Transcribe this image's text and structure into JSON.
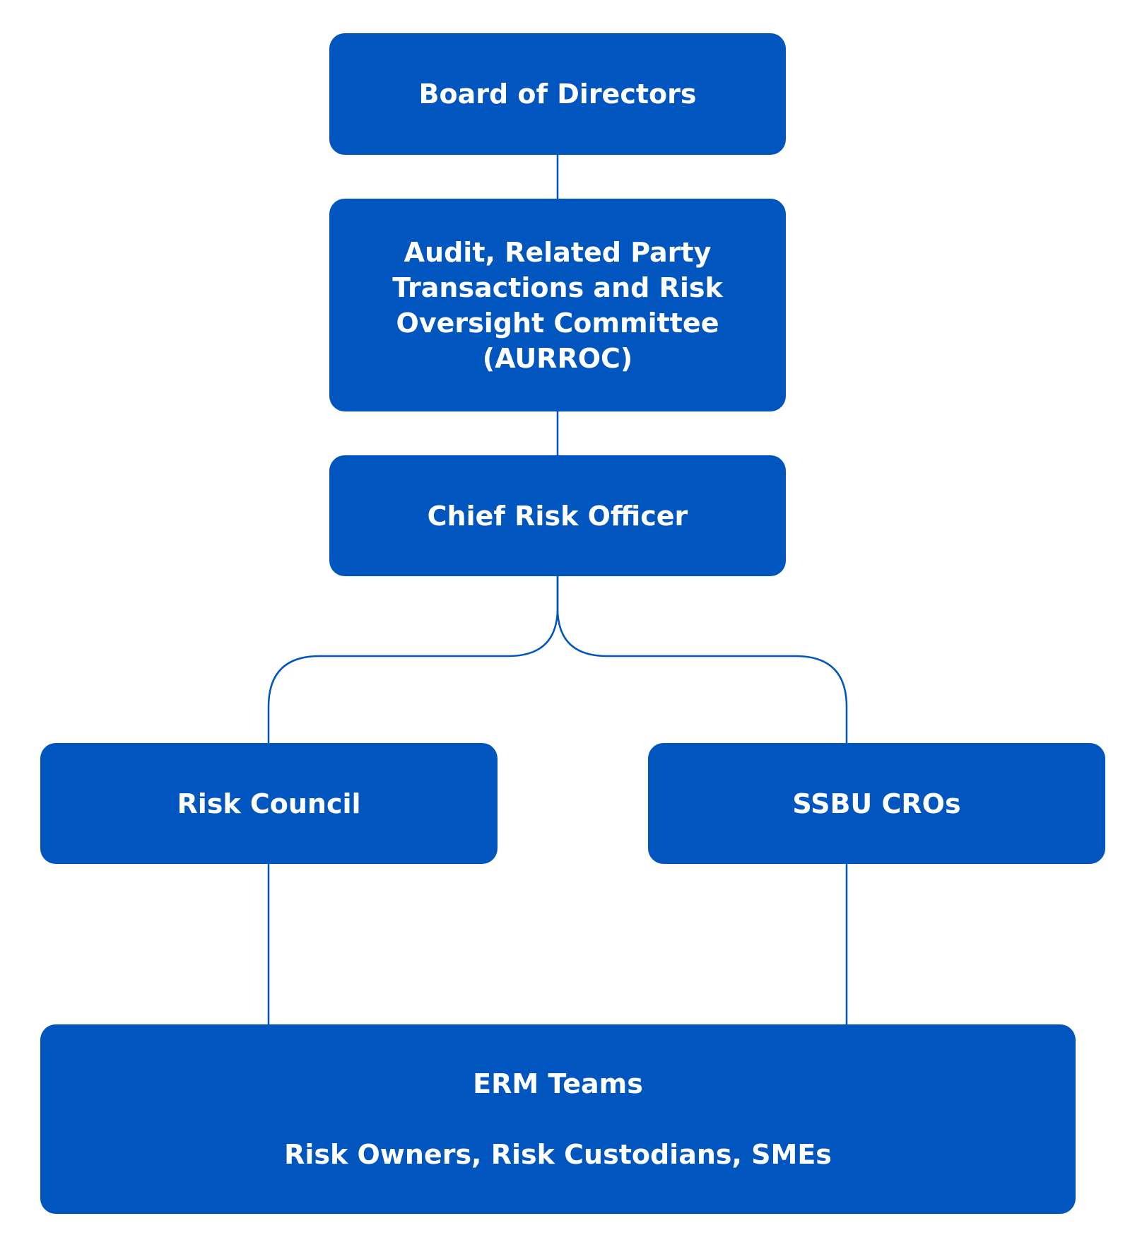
{
  "colors": {
    "node_fill": "#0055bf",
    "node_text": "#ffffff",
    "connector": "#0055bf",
    "background": "#ffffff"
  },
  "nodes": {
    "board": {
      "label": "Board of Directors"
    },
    "aurroc": {
      "lines": [
        "Audit, Related Party",
        "Transactions and Risk",
        "Oversight Committee",
        "(AURROC)"
      ]
    },
    "cro": {
      "label": "Chief Risk Officer"
    },
    "council": {
      "label": "Risk Council"
    },
    "ssbu": {
      "label": "SSBU CROs"
    },
    "erm": {
      "title": "ERM Teams",
      "subtitle": "Risk Owners, Risk Custodians, SMEs"
    }
  }
}
